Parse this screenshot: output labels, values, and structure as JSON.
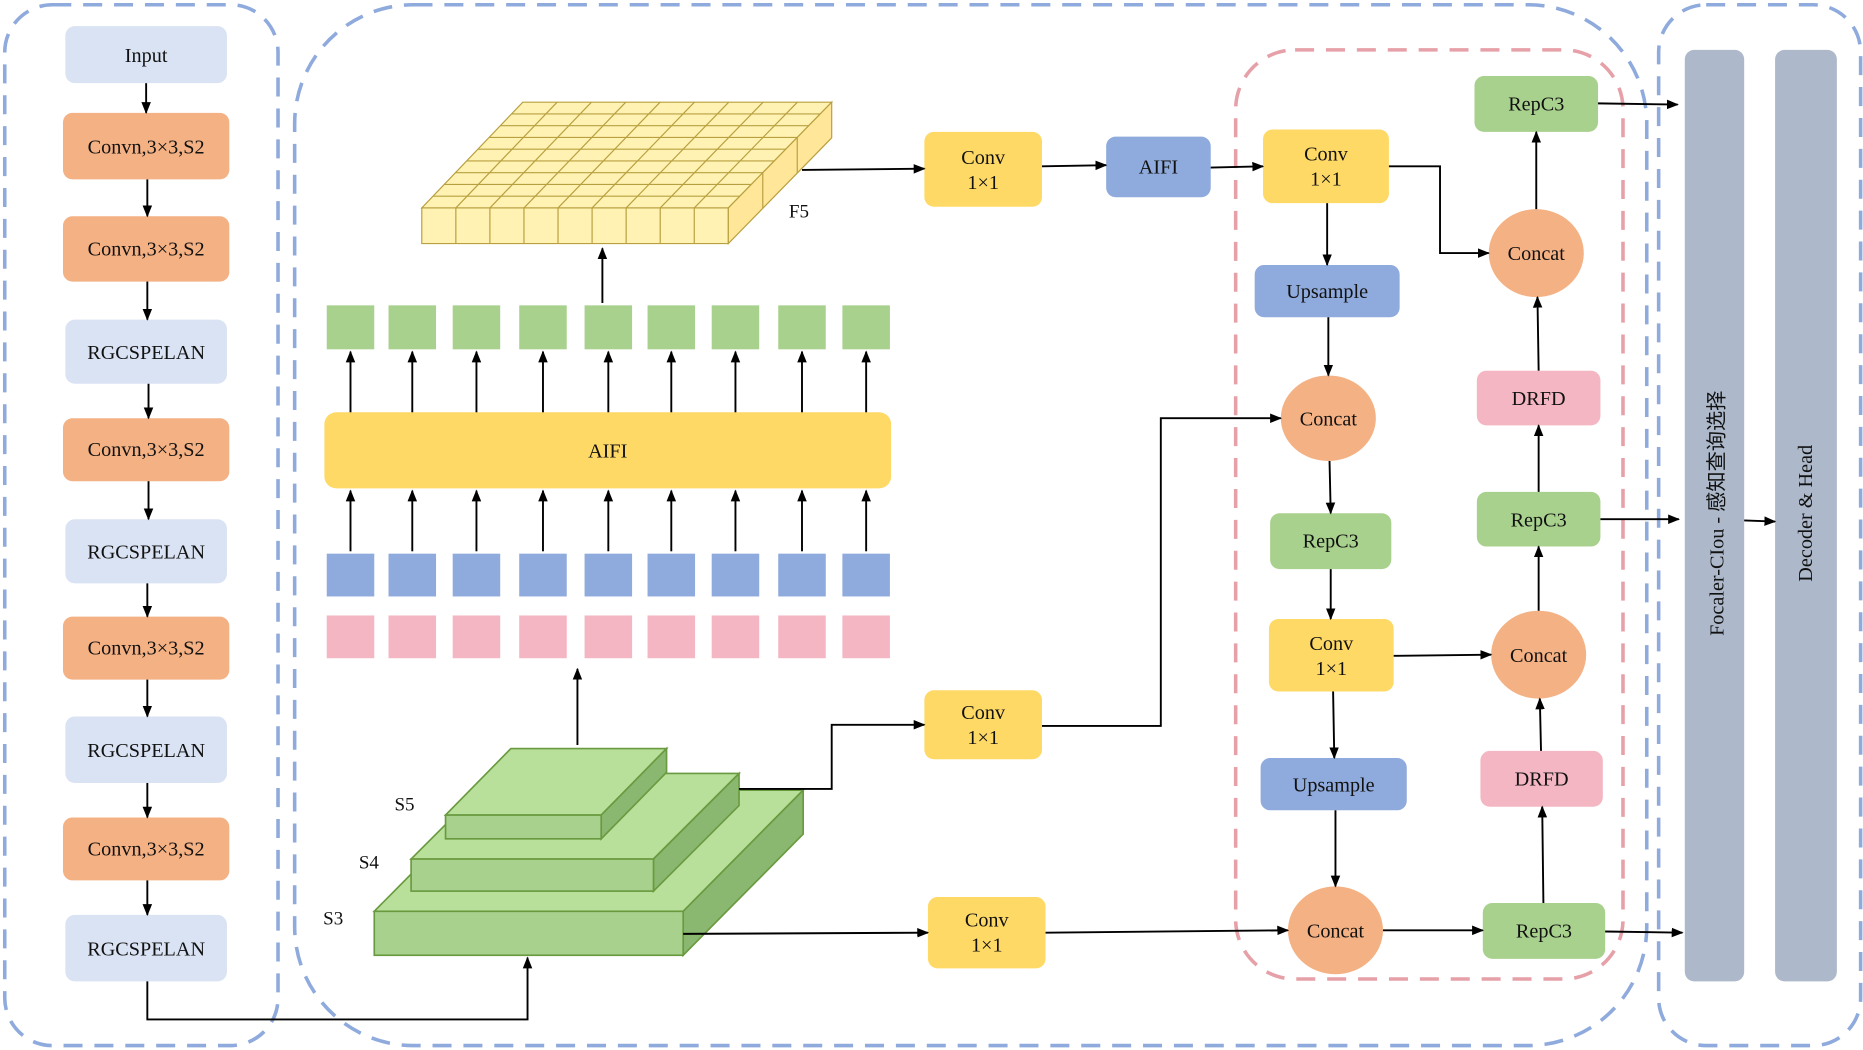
{
  "colors": {
    "input": "#dae3f3",
    "conv_s2": "#f4b183",
    "rgcspelan": "#dae3f3",
    "conv1x1": "#ffd966",
    "aifi": "#8faadc",
    "aifi_wide": "#ffd966",
    "upsample": "#8faadc",
    "concat": "#f4b183",
    "repc3": "#a9d18e",
    "drfd": "#f4b6c2",
    "panel": "#adb9ca",
    "token_green": "#a9d18e",
    "token_blue": "#8faadc",
    "token_pink": "#f4b6c2",
    "dash_blue": "#8faadc",
    "dash_red": "#e6a0a8"
  },
  "backbone": {
    "input": "Input",
    "layers": [
      "Convn,3×3,S2",
      "Convn,3×3,S2",
      "RGCSPELAN",
      "Convn,3×3,S2",
      "RGCSPELAN",
      "Convn,3×3,S2",
      "RGCSPELAN",
      "Convn,3×3,S2",
      "RGCSPELAN"
    ]
  },
  "encoder": {
    "f5_label": "F5",
    "aifi_wide": "AIFI",
    "scale_labels": [
      "S5",
      "S4",
      "S3"
    ],
    "conv_top": "Conv\n1×1",
    "aifi_small": "AIFI",
    "conv_mid": "Conv\n1×1",
    "conv_bottom": "Conv\n1×1"
  },
  "neck": {
    "conv_top": "Conv\n1×1",
    "upsample_1": "Upsample",
    "concat_1": "Concat",
    "repc3_1": "RepC3",
    "conv_mid": "Conv\n1×1",
    "upsample_2": "Upsample",
    "concat_2": "Concat",
    "repc3_out1": "RepC3",
    "drfd_1": "DRFD",
    "concat_3": "Concat",
    "repc3_out2": "RepC3",
    "drfd_2": "DRFD",
    "concat_4": "Concat",
    "repc3_out3": "RepC3"
  },
  "heads": {
    "query_select": "Focaler-CIou - 感知查询选择",
    "decoder": "Decoder & Head"
  }
}
